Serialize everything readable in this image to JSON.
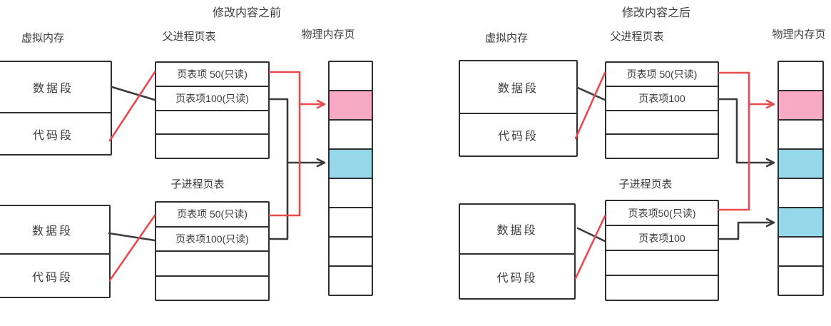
{
  "colors": {
    "background": "#ffffff",
    "box_border": "#2f2f2f",
    "text": "#3b3b3b",
    "red_link": "#e84a50",
    "black_link": "#3a3a3a",
    "page_pink": "#f8a9c4",
    "page_blue": "#96d8e9"
  },
  "panels": [
    {
      "title": "修改内容之前",
      "labels": {
        "virtual_memory": "虚拟内存",
        "parent_table": "父进程页表",
        "child_table": "子进程页表",
        "physical_memory": "物理内存页"
      },
      "virtual_memory_top": [
        "数据段",
        "代码段"
      ],
      "virtual_memory_bottom": [
        "数据段",
        "代码段"
      ],
      "parent_table_rows": [
        "页表项 50(只读)",
        "页表项100(只读)",
        "",
        ""
      ],
      "child_table_rows": [
        "页表项 50(只读)",
        "页表项100(只读)",
        "",
        ""
      ],
      "physical_pages": [
        "white",
        "pink",
        "white",
        "blue",
        "white",
        "white",
        "white",
        "white"
      ],
      "links": [
        {
          "from": "data-segment-top",
          "to": "parent-pte-50-row-area",
          "color": "black"
        },
        {
          "from": "code-segment-top",
          "to": "parent-pte-50",
          "color": "red"
        },
        {
          "from": "data-segment-bottom",
          "to": "child-pte-100",
          "color": "black"
        },
        {
          "from": "code-segment-bottom",
          "to": "child-pte-50",
          "color": "red"
        },
        {
          "from": "parent-pte-50 + child-pte-50",
          "to": "pink-page",
          "color": "red"
        },
        {
          "from": "parent-pte-100 + child-pte-100",
          "to": "blue-page",
          "color": "black"
        }
      ]
    },
    {
      "title": "修改内容之后",
      "labels": {
        "virtual_memory": "虚拟内存",
        "parent_table": "父进程页表",
        "child_table": "子进程页表",
        "physical_memory": "物理内存页"
      },
      "virtual_memory_top": [
        "数据段",
        "代码段"
      ],
      "virtual_memory_bottom": [
        "数据段",
        "代码段"
      ],
      "parent_table_rows": [
        "页表项 50(只读)",
        "页表项100",
        "",
        ""
      ],
      "child_table_rows": [
        "页表项50(只读)",
        "页表项100",
        "",
        ""
      ],
      "physical_pages": [
        "white",
        "pink",
        "white",
        "blue",
        "white",
        "blue",
        "white",
        "white"
      ],
      "links": [
        {
          "from": "data-segment-top",
          "to": "parent-pte-100",
          "color": "black"
        },
        {
          "from": "code-segment-top",
          "to": "parent-pte-50",
          "color": "red"
        },
        {
          "from": "data-segment-bottom",
          "to": "child-pte-100",
          "color": "black"
        },
        {
          "from": "code-segment-bottom",
          "to": "child-pte-50",
          "color": "red"
        },
        {
          "from": "parent-pte-50 + child-pte-50",
          "to": "pink-page",
          "color": "red"
        },
        {
          "from": "parent-pte-100",
          "to": "blue-page",
          "color": "black"
        },
        {
          "from": "child-pte-100",
          "to": "new-blue-copy-page",
          "color": "black"
        }
      ]
    }
  ]
}
